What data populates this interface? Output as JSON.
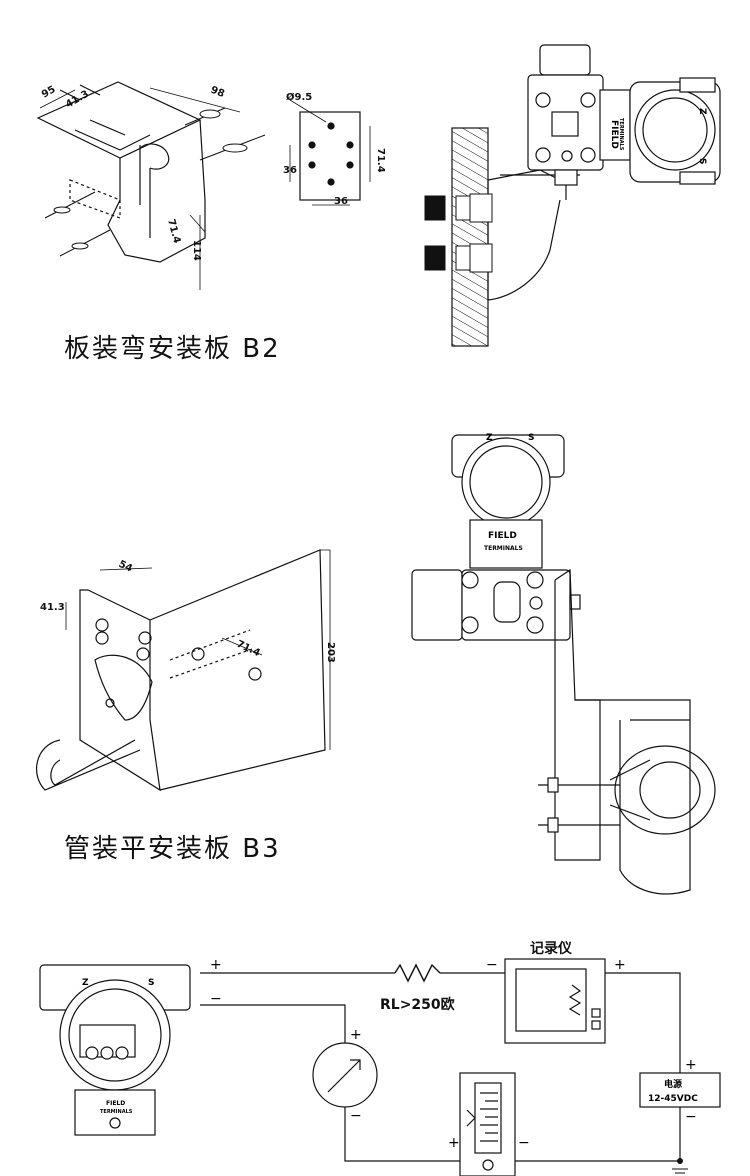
{
  "b2": {
    "caption": "板装弯安装板 B2",
    "dims": {
      "d95": "95",
      "d41_3": "41.3",
      "d98": "98",
      "d71_4": "71.4",
      "d114": "114"
    },
    "plate_dims": {
      "hole": "Ø9.5",
      "left36": "36",
      "bottom36": "36",
      "right71_4": "71.4"
    },
    "transmitter": {
      "field": "FIELD",
      "terminals": "TERMINALS",
      "z": "Z",
      "s": "S"
    }
  },
  "b3": {
    "caption": "管装平安装板 B3",
    "dims": {
      "d54": "54",
      "d41_3": "41.3",
      "d71_4": "71.4",
      "d203": "203"
    },
    "transmitter": {
      "field": "FIELD",
      "terminals": "TERMINALS",
      "z": "Z",
      "s": "S"
    }
  },
  "wiring": {
    "recorder_label": "记录仪",
    "resistor_label": "RL>250欧",
    "power_label": "电源",
    "power_voltage": "12-45VDC",
    "plus": "+",
    "minus": "−",
    "transmitter": {
      "field": "FIELD",
      "terminals": "TERMINALS",
      "z": "Z",
      "s": "S"
    }
  }
}
